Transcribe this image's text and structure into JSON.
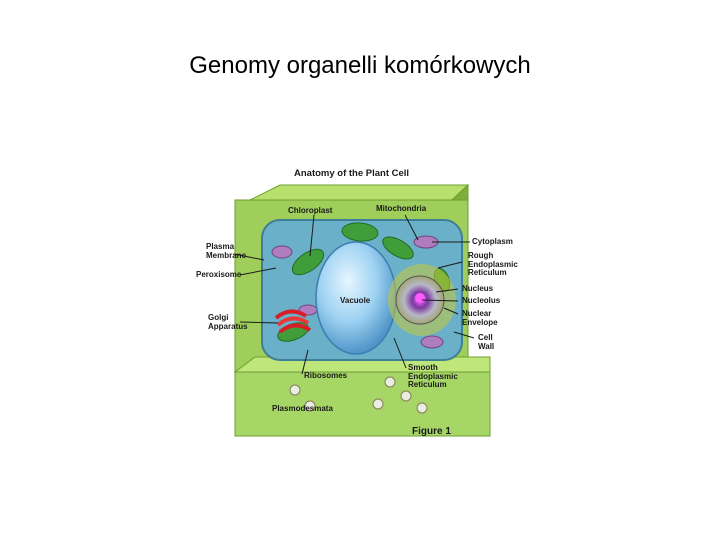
{
  "slide": {
    "title": "Genomy organelli komórkowych"
  },
  "figure": {
    "heading": "Anatomy of the Plant Cell",
    "caption": "Figure 1",
    "labels": {
      "chloroplast": "Chloroplast",
      "mitochondria": "Mitochondria",
      "plasma_membrane": "Plasma\nMembrane",
      "peroxisome": "Peroxisome",
      "golgi": "Golgi\nApparatus",
      "cytoplasm": "Cytoplasm",
      "rough_er": "Rough\nEndoplasmic\nReticulum",
      "nucleus": "Nucleus",
      "nucleolus": "Nucleolus",
      "nuclear_envelope": "Nuclear\nEnvelope",
      "cell_wall": "Cell\nWall",
      "vacuole": "Vacuole",
      "ribosomes": "Ribosomes",
      "smooth_er": "Smooth\nEndoplasmic\nReticulum",
      "plasmodesmata": "Plasmodesmata"
    }
  },
  "colors": {
    "cell_wall": "#9fcf5a",
    "cell_wall_dark": "#6f9e30",
    "cytoplasm": "#6ab0c8",
    "vacuole": "#9ed2f2",
    "golgi": "#d91e2a",
    "nucleus": "#c7c83c"
  }
}
